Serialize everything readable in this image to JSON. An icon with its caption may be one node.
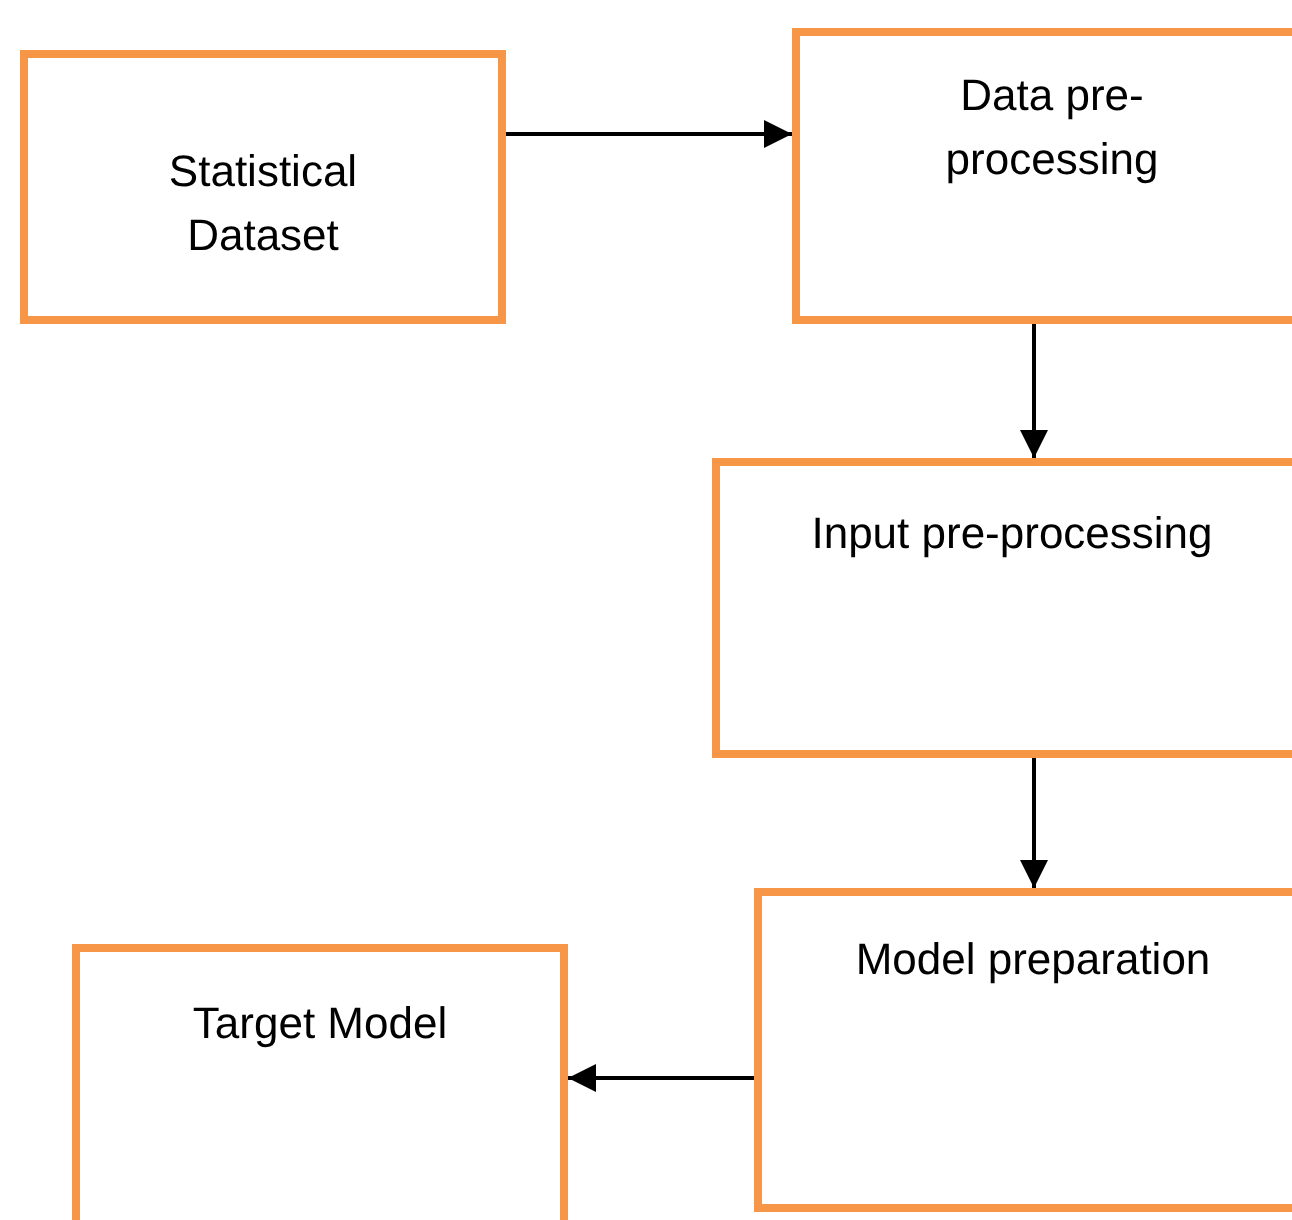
{
  "diagram": {
    "nodes": [
      {
        "text": [
          "Statistical Dataset"
        ]
      },
      {
        "text": [
          "Data pre-processing"
        ]
      },
      {
        "text": [
          "Input pre-processing"
        ]
      },
      {
        "text": [
          "Model preparation"
        ]
      },
      {
        "text": [
          "Target Model"
        ]
      }
    ],
    "edges": [
      {
        "from": 0,
        "to": 1,
        "arrow": "to"
      },
      {
        "from": 1,
        "to": 2,
        "arrow": "to"
      },
      {
        "from": 2,
        "to": 3,
        "arrow": "to"
      },
      {
        "from": 3,
        "to": 4,
        "arrow": "to"
      }
    ]
  }
}
